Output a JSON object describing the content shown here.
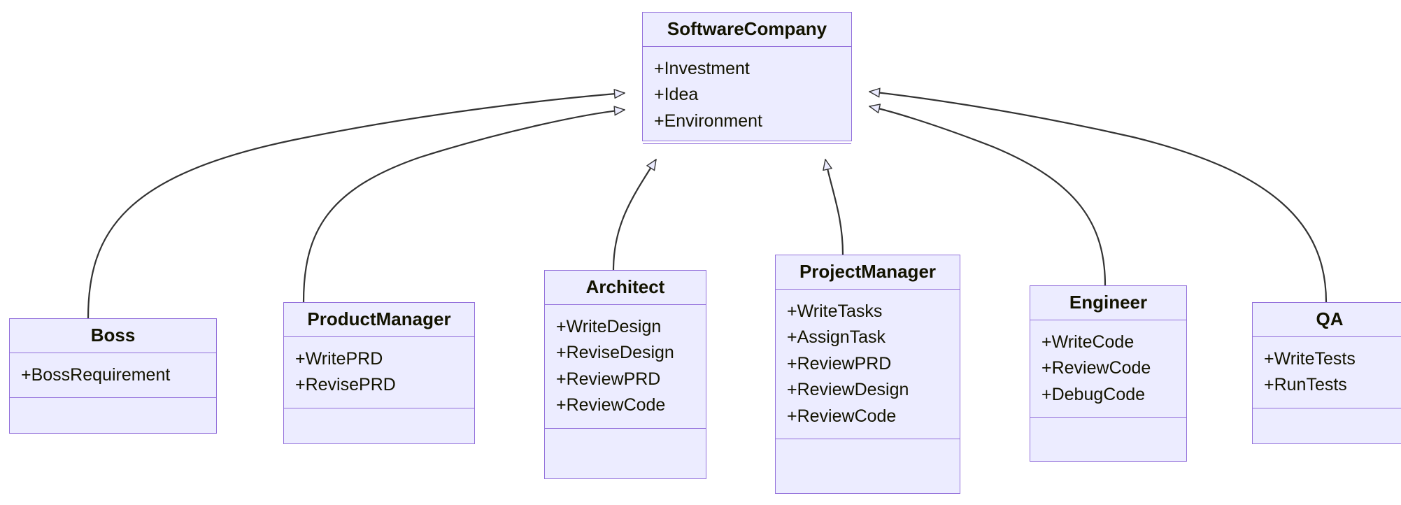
{
  "diagram": {
    "type": "uml-class-diagram",
    "relationship": "generalization",
    "colors": {
      "node_fill": "#ececff",
      "node_border": "#9370db",
      "edge_stroke": "#333333",
      "text": "#131300",
      "background": "#ffffff"
    },
    "classes": [
      {
        "id": "software-company",
        "name": "SoftwareCompany",
        "attributes": [
          "+Investment",
          "+Idea",
          "+Environment"
        ],
        "methods": []
      },
      {
        "id": "boss",
        "name": "Boss",
        "attributes": [
          "+BossRequirement"
        ],
        "methods": []
      },
      {
        "id": "product-manager",
        "name": "ProductManager",
        "attributes": [
          "+WritePRD",
          "+RevisePRD"
        ],
        "methods": []
      },
      {
        "id": "architect",
        "name": "Architect",
        "attributes": [
          "+WriteDesign",
          "+ReviseDesign",
          "+ReviewPRD",
          "+ReviewCode"
        ],
        "methods": []
      },
      {
        "id": "project-manager",
        "name": "ProjectManager",
        "attributes": [
          "+WriteTasks",
          "+AssignTask",
          "+ReviewPRD",
          "+ReviewDesign",
          "+ReviewCode"
        ],
        "methods": []
      },
      {
        "id": "engineer",
        "name": "Engineer",
        "attributes": [
          "+WriteCode",
          "+ReviewCode",
          "+DebugCode"
        ],
        "methods": []
      },
      {
        "id": "qa",
        "name": "QA",
        "attributes": [
          "+WriteTests",
          "+RunTests"
        ],
        "methods": []
      }
    ],
    "edges": [
      {
        "from": "boss",
        "to": "software-company",
        "kind": "generalization"
      },
      {
        "from": "product-manager",
        "to": "software-company",
        "kind": "generalization"
      },
      {
        "from": "architect",
        "to": "software-company",
        "kind": "generalization"
      },
      {
        "from": "project-manager",
        "to": "software-company",
        "kind": "generalization"
      },
      {
        "from": "engineer",
        "to": "software-company",
        "kind": "generalization"
      },
      {
        "from": "qa",
        "to": "software-company",
        "kind": "generalization"
      }
    ]
  }
}
